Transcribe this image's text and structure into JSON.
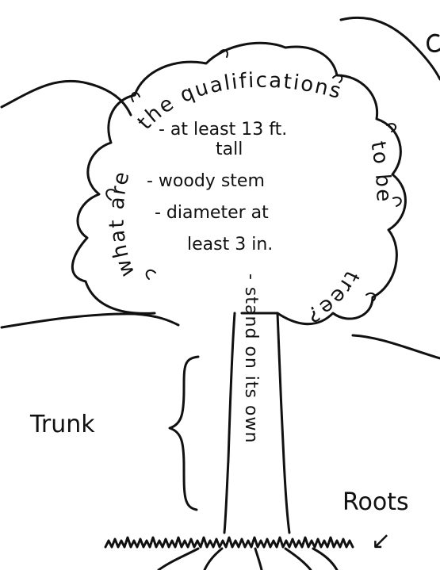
{
  "question": {
    "left": "what are",
    "top": "the qualifications",
    "right": "to be",
    "bottom": "tree?"
  },
  "qualifications": [
    "- at least 13 ft.",
    "tall",
    "- woody stem",
    "- diameter at",
    "least 3 in."
  ],
  "trunk_note": "- stand on its own",
  "labels": {
    "trunk": "Trunk",
    "roots": "Roots",
    "roots_arrow": "↙"
  }
}
